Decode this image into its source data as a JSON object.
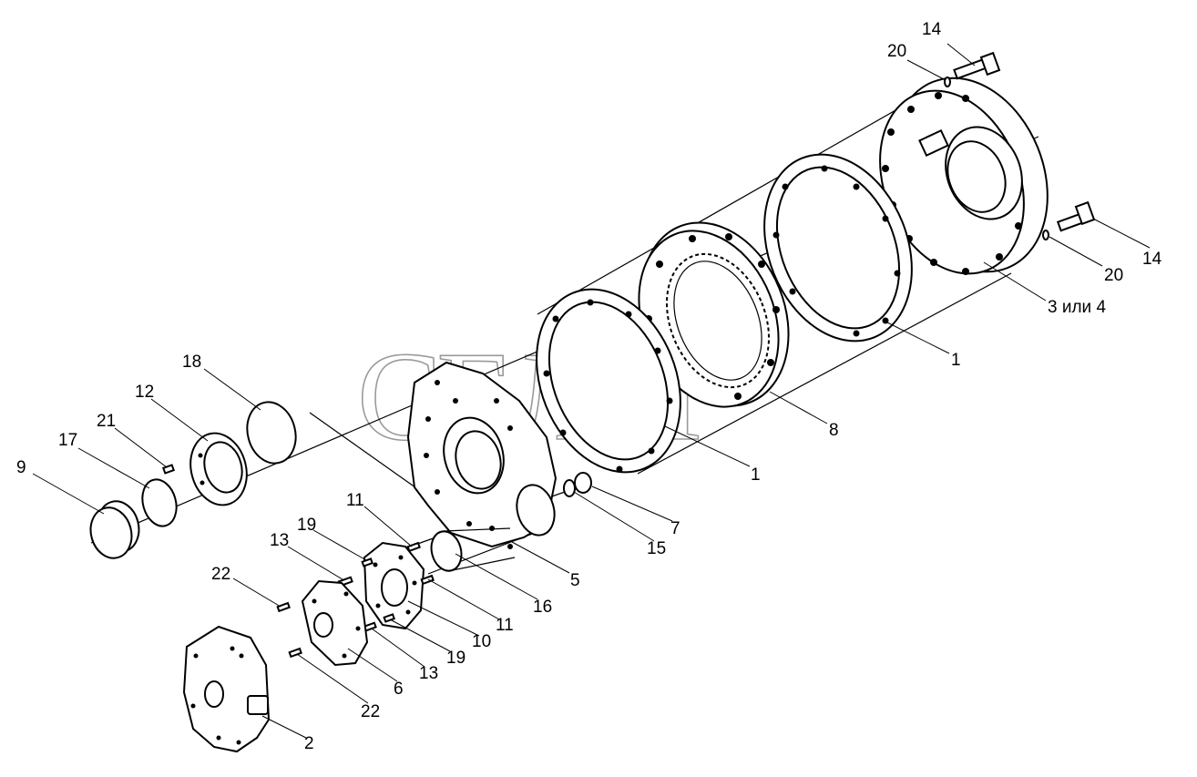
{
  "watermark": "СЕЛМ",
  "callouts": {
    "c14a": "14",
    "c20a": "20",
    "c14b": "14",
    "c20b": "20",
    "c3or4": "3 или 4",
    "c1a": "1",
    "c8": "8",
    "c1b": "1",
    "c18": "18",
    "c12": "12",
    "c21": "21",
    "c17": "17",
    "c9": "9",
    "c7": "7",
    "c15": "15",
    "c5": "5",
    "c11a": "11",
    "c19a": "19",
    "c13a": "13",
    "c22a": "22",
    "c16": "16",
    "c11b": "11",
    "c10": "10",
    "c19b": "19",
    "c13b": "13",
    "c6": "6",
    "c22b": "22",
    "c2": "2"
  }
}
